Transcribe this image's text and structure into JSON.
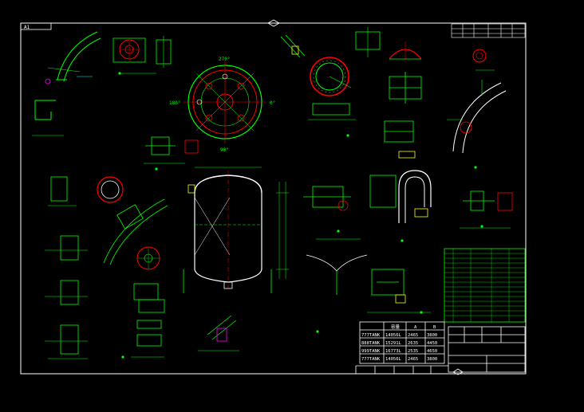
{
  "sheet": {
    "size_label": "A1"
  },
  "colors": {
    "background": "#000000",
    "frame": "#ffffff",
    "linework": "#00ff00",
    "highlight": "#ff0000",
    "accent": "#ffff00",
    "detail": "#ff00ff",
    "secondary": "#00ffff"
  },
  "angle_labels": {
    "top": "270°",
    "left": "180°",
    "right": "0°",
    "bottom": "90°"
  },
  "tank_table": {
    "headers": [
      "",
      "容量",
      "A",
      "B"
    ],
    "rows": [
      [
        "777TANK",
        "14056L",
        "2465",
        "3800"
      ],
      [
        "888TANK",
        "15291L",
        "2635",
        "4450"
      ],
      [
        "999TANK",
        "16773L",
        "2535",
        "4650"
      ],
      [
        "777TANK",
        "14056L",
        "2465",
        "3800"
      ]
    ]
  },
  "icons": {
    "tank": "tank-elevation-icon",
    "flange": "flange-ring-icon",
    "nozzle": "nozzle-detail-icon"
  }
}
